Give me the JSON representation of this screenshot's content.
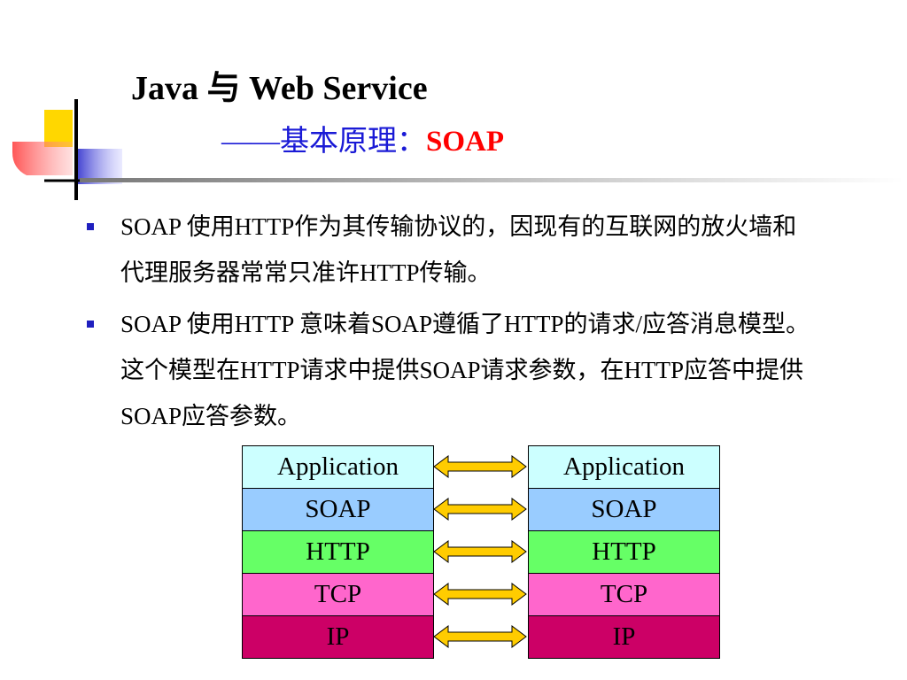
{
  "slide": {
    "title": "Java 与 Web Service",
    "subtitle_prefix": "——基本原理：",
    "subtitle_accent": "SOAP"
  },
  "bullets": [
    "SOAP 使用HTTP作为其传输协议的，因现有的互联网的放火墙和代理服务器常常只准许HTTP传输。",
    "SOAP 使用HTTP 意味着SOAP遵循了HTTP的请求/应答消息模型。这个模型在HTTP请求中提供SOAP请求参数，在HTTP应答中提供SOAP应答参数。"
  ],
  "diagram": {
    "left_stack": [
      "Application",
      "SOAP",
      "HTTP",
      "TCP",
      "IP"
    ],
    "right_stack": [
      "Application",
      "SOAP",
      "HTTP",
      "TCP",
      "IP"
    ],
    "layer_colors": [
      "#ccffff",
      "#99ccff",
      "#66ff66",
      "#ff66cc",
      "#cc0066"
    ],
    "arrow_color": "#ffcc00"
  },
  "colors": {
    "logo_yellow": "#ffd700",
    "logo_red": "#ff5050",
    "logo_blue": "#3333cc",
    "bullet": "#1f1fbf"
  }
}
